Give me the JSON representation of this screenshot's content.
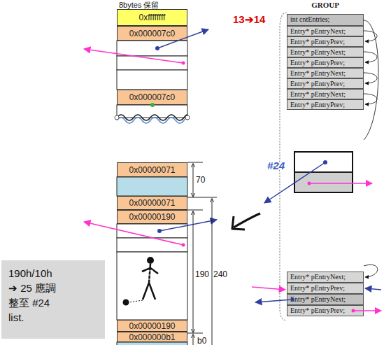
{
  "diagram": {
    "nodes": [
      {
        "text": [
          "0xffffffff"
        ]
      },
      {
        "text": [
          "0x000007c0"
        ]
      },
      {
        "text": [
          "0x000007c0"
        ]
      },
      {
        "text": [
          "0x00000071"
        ]
      },
      {
        "text": [
          "0x00000071"
        ]
      },
      {
        "text": [
          "0x00000190"
        ]
      },
      {
        "text": [
          "0x00000190"
        ]
      },
      {
        "text": [
          "0x000000b1"
        ]
      },
      {
        "text": [
          "190h/10h ➔ 25 應調整至 #24 list."
        ]
      },
      {
        "text": [
          "GROUP"
        ]
      },
      {
        "text": [
          "int cntEntries;"
        ],
        "in": 9
      },
      {
        "text": [
          "Entry* pEntryNext;"
        ],
        "in": 9
      },
      {
        "text": [
          "Entry* pEntryPrev;"
        ],
        "in": 9
      },
      {
        "text": [
          "Entry* pEntryNext;"
        ],
        "in": 9
      },
      {
        "text": [
          "Entry* pEntryPrev;"
        ],
        "in": 9
      },
      {
        "text": [
          "Entry* pEntryNext;"
        ],
        "in": 9
      },
      {
        "text": [
          "Entry* pEntryPrev;"
        ],
        "in": 9
      },
      {
        "text": [
          "Entry* pEntryNext;"
        ],
        "in": 9
      },
      {
        "text": [
          "Entry* pEntryPrev;"
        ],
        "in": 9
      },
      {
        "text": [
          "#24"
        ],
        "in": 9
      },
      {
        "text": [
          "Entry* pEntryNext;"
        ],
        "in": 9
      },
      {
        "text": [
          "Entry* pEntryPrev;"
        ],
        "in": 9
      },
      {
        "text": [
          "Entry* pEntryNext;"
        ],
        "in": 9
      },
      {
        "text": [
          "Entry* pEntryPrev;"
        ],
        "in": 9
      }
    ],
    "labels": [
      "8bytes 保留",
      "13➔14",
      "70",
      "190",
      "240",
      "b0"
    ]
  }
}
